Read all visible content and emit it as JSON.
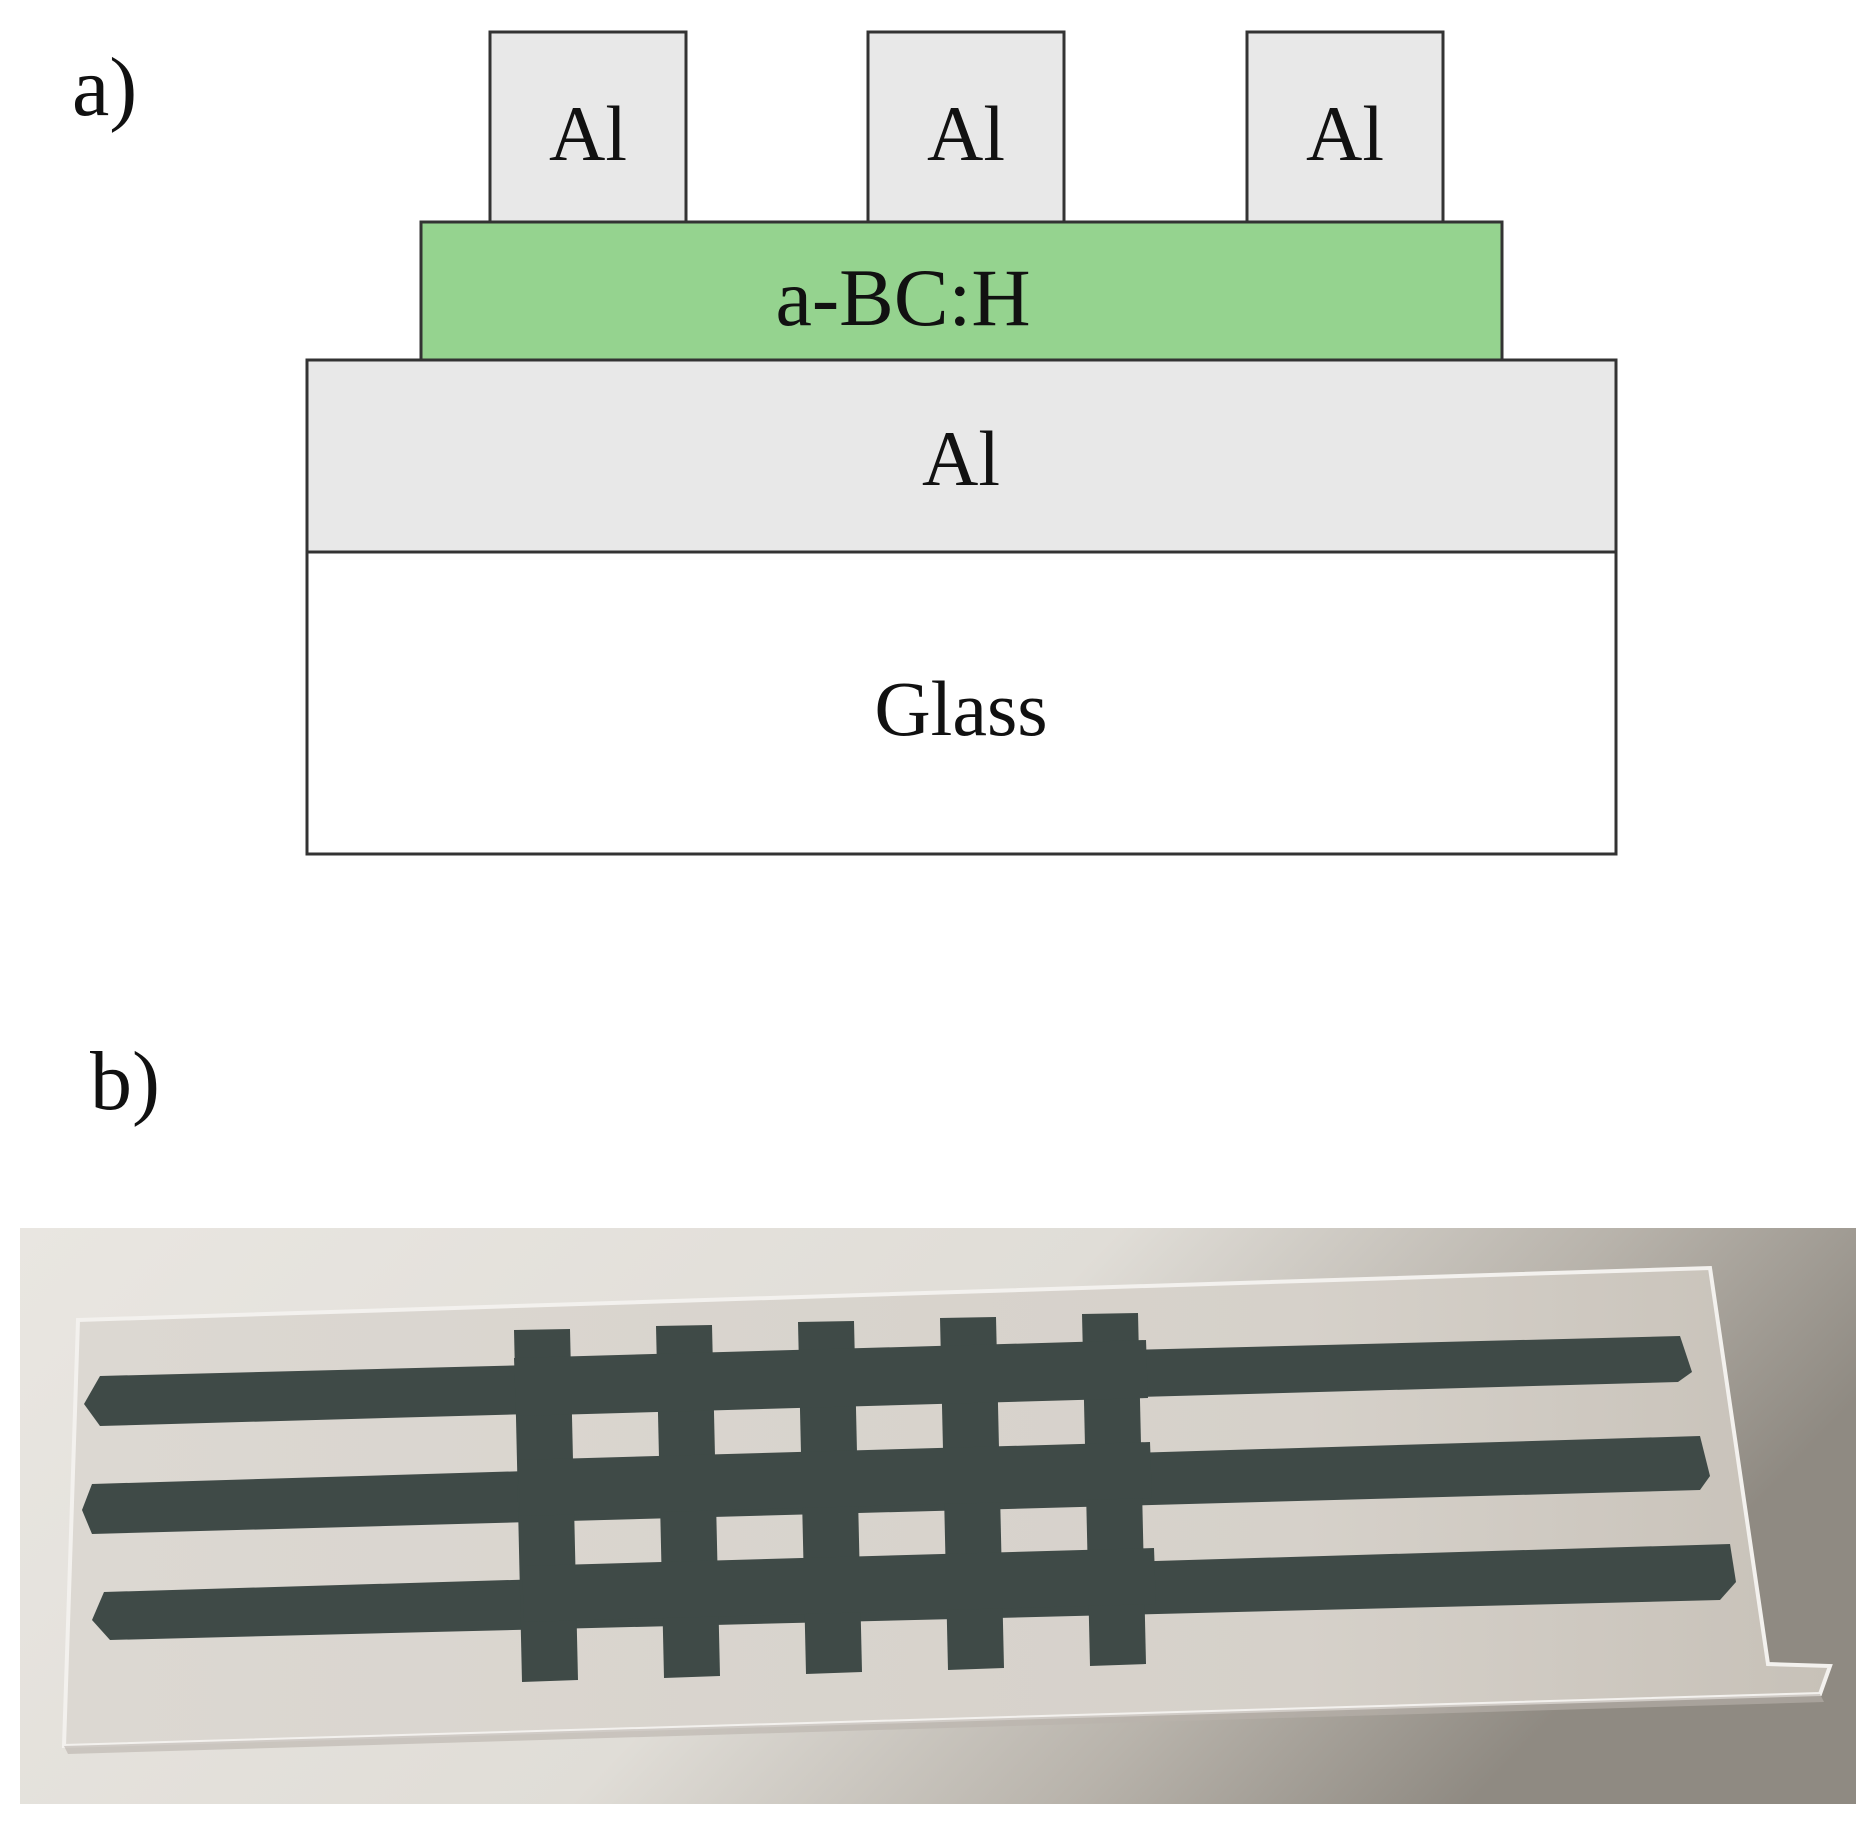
{
  "panel_a": {
    "label": "a)",
    "top_electrodes": [
      "Al",
      "Al",
      "Al"
    ],
    "film_layer": "a-BC:H",
    "bottom_electrode": "Al",
    "substrate": "Glass",
    "colors": {
      "electrode_fill": "#e8e8e8",
      "film_fill": "#95d38f",
      "substrate_fill": "#ffffff",
      "outline": "#333333"
    }
  },
  "panel_b": {
    "label": "b)",
    "colors": {
      "background": "#e4e1dc",
      "slide": "#d9d5cf",
      "pattern": "#3f4a47"
    }
  }
}
